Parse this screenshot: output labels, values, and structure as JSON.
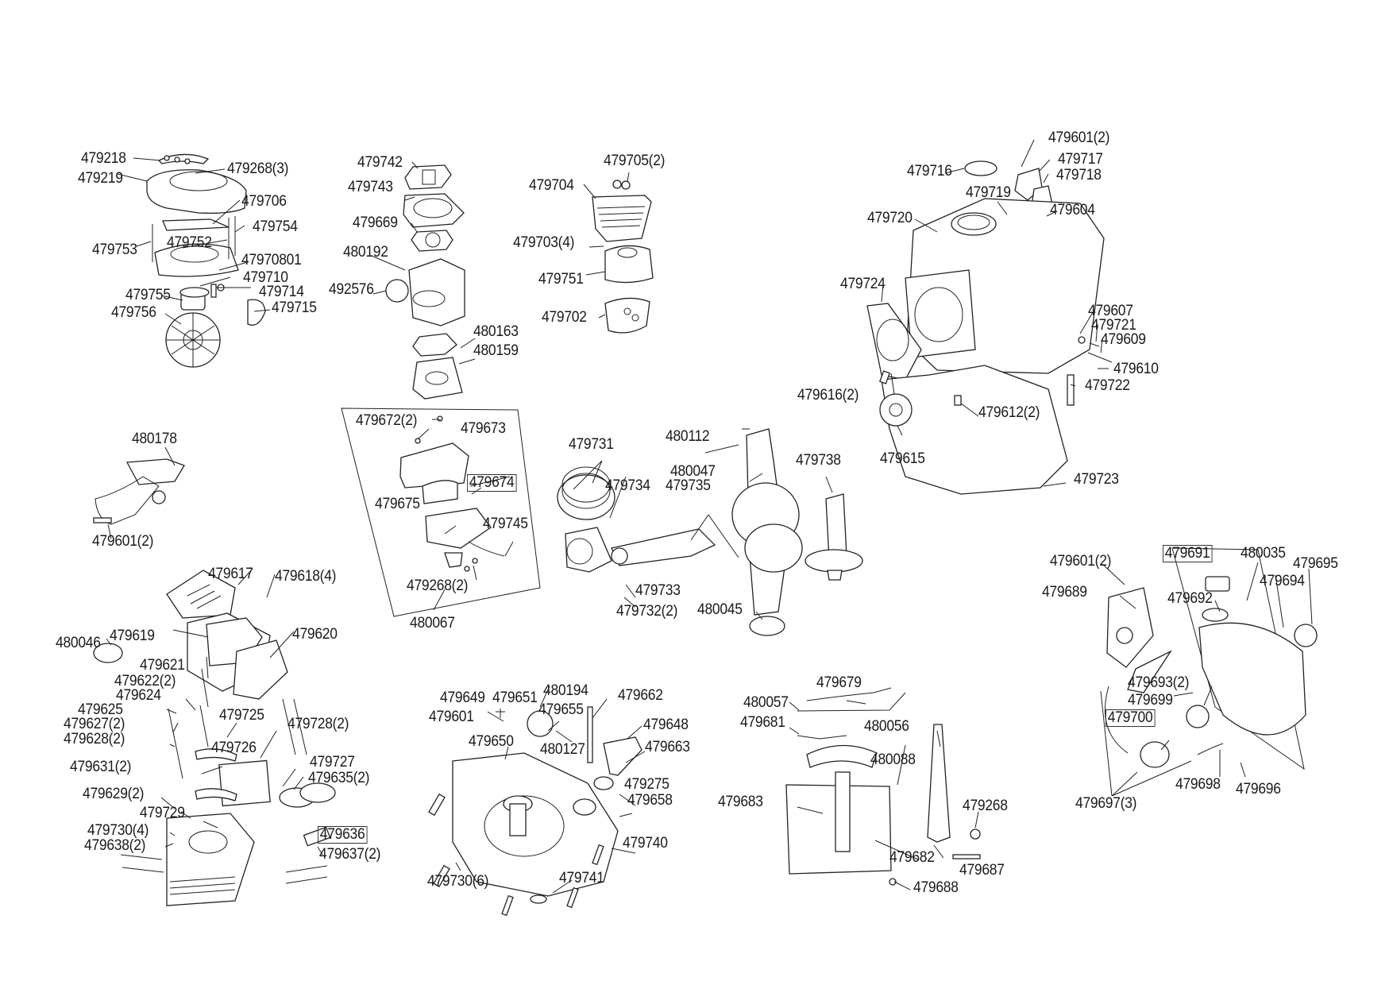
{
  "diagram": {
    "type": "exploded-parts-diagram",
    "groups": [
      {
        "name": "recoil-starter-and-fan",
        "labels": [
          {
            "id": "479218"
          },
          {
            "id": "479268(3)"
          },
          {
            "id": "479219"
          },
          {
            "id": "479706"
          },
          {
            "id": "479754"
          },
          {
            "id": "479753"
          },
          {
            "id": "479752"
          },
          {
            "id": "47970801"
          },
          {
            "id": "479710"
          },
          {
            "id": "479755"
          },
          {
            "id": "479714"
          },
          {
            "id": "479756"
          },
          {
            "id": "479715"
          }
        ]
      },
      {
        "name": "carburetor",
        "labels": [
          {
            "id": "479742"
          },
          {
            "id": "479743"
          },
          {
            "id": "479669"
          },
          {
            "id": "480192"
          },
          {
            "id": "492576"
          },
          {
            "id": "480163"
          },
          {
            "id": "480159"
          }
        ]
      },
      {
        "name": "muffler",
        "labels": [
          {
            "id": "479705(2)"
          },
          {
            "id": "479704"
          },
          {
            "id": "479703(4)"
          },
          {
            "id": "479751"
          },
          {
            "id": "479702"
          }
        ]
      },
      {
        "name": "crankcase",
        "labels": [
          {
            "id": "479601(2)"
          },
          {
            "id": "479716"
          },
          {
            "id": "479717"
          },
          {
            "id": "479718"
          },
          {
            "id": "479719"
          },
          {
            "id": "479604"
          },
          {
            "id": "479720"
          },
          {
            "id": "479724"
          },
          {
            "id": "479607"
          },
          {
            "id": "479721"
          },
          {
            "id": "479609"
          },
          {
            "id": "479610"
          },
          {
            "id": "479616(2)"
          },
          {
            "id": "479722"
          },
          {
            "id": "479612(2)"
          },
          {
            "id": "479615"
          },
          {
            "id": "479723"
          }
        ]
      },
      {
        "name": "ignition",
        "labels": [
          {
            "id": "480178"
          },
          {
            "id": "479601(2)"
          }
        ]
      },
      {
        "name": "air-filter-assembly",
        "kit": "480067",
        "labels": [
          {
            "id": "479672(2)"
          },
          {
            "id": "479673"
          },
          {
            "id": "479674",
            "boxed": true
          },
          {
            "id": "479675"
          },
          {
            "id": "479745"
          },
          {
            "id": "479268(2)"
          },
          {
            "id": "480067"
          }
        ]
      },
      {
        "name": "piston-crankshaft",
        "labels": [
          {
            "id": "479731"
          },
          {
            "id": "480112"
          },
          {
            "id": "480047"
          },
          {
            "id": "479734"
          },
          {
            "id": "479735"
          },
          {
            "id": "479738"
          },
          {
            "id": "479733"
          },
          {
            "id": "479732(2)"
          },
          {
            "id": "480045"
          }
        ]
      },
      {
        "name": "cylinder-head",
        "labels": [
          {
            "id": "479617"
          },
          {
            "id": "479618(4)"
          },
          {
            "id": "480046"
          },
          {
            "id": "479619"
          },
          {
            "id": "479620"
          },
          {
            "id": "479621"
          },
          {
            "id": "479622(2)"
          },
          {
            "id": "479624"
          },
          {
            "id": "479625"
          },
          {
            "id": "479627(2)"
          },
          {
            "id": "479628(2)"
          },
          {
            "id": "479725"
          },
          {
            "id": "479728(2)"
          },
          {
            "id": "479726"
          },
          {
            "id": "479631(2)"
          },
          {
            "id": "479727"
          },
          {
            "id": "479635(2)"
          },
          {
            "id": "479629(2)"
          },
          {
            "id": "479729"
          },
          {
            "id": "479730(4)"
          },
          {
            "id": "479636",
            "boxed": true
          },
          {
            "id": "479638(2)"
          },
          {
            "id": "479637(2)"
          }
        ]
      },
      {
        "name": "crankcase-cover",
        "labels": [
          {
            "id": "479649"
          },
          {
            "id": "479651"
          },
          {
            "id": "480194"
          },
          {
            "id": "479662"
          },
          {
            "id": "479601"
          },
          {
            "id": "479655"
          },
          {
            "id": "479648"
          },
          {
            "id": "479650"
          },
          {
            "id": "480127"
          },
          {
            "id": "479663"
          },
          {
            "id": "479275"
          },
          {
            "id": "479658"
          },
          {
            "id": "479740"
          },
          {
            "id": "479730(6)"
          },
          {
            "id": "479741"
          }
        ]
      },
      {
        "name": "governor-control",
        "labels": [
          {
            "id": "479679"
          },
          {
            "id": "480057"
          },
          {
            "id": "479681"
          },
          {
            "id": "480056"
          },
          {
            "id": "480088"
          },
          {
            "id": "479683"
          },
          {
            "id": "479268"
          },
          {
            "id": "479682"
          },
          {
            "id": "479687"
          },
          {
            "id": "479688"
          }
        ]
      },
      {
        "name": "fuel-tank",
        "kit": "480035",
        "labels": [
          {
            "id": "479601(2)"
          },
          {
            "id": "479691"
          },
          {
            "id": "480035"
          },
          {
            "id": "479695"
          },
          {
            "id": "479689"
          },
          {
            "id": "479692"
          },
          {
            "id": "479694"
          },
          {
            "id": "479693(2)"
          },
          {
            "id": "479699"
          },
          {
            "id": "479700",
            "boxed": true
          },
          {
            "id": "479698"
          },
          {
            "id": "479696"
          },
          {
            "id": "479697(3)"
          }
        ]
      }
    ]
  }
}
